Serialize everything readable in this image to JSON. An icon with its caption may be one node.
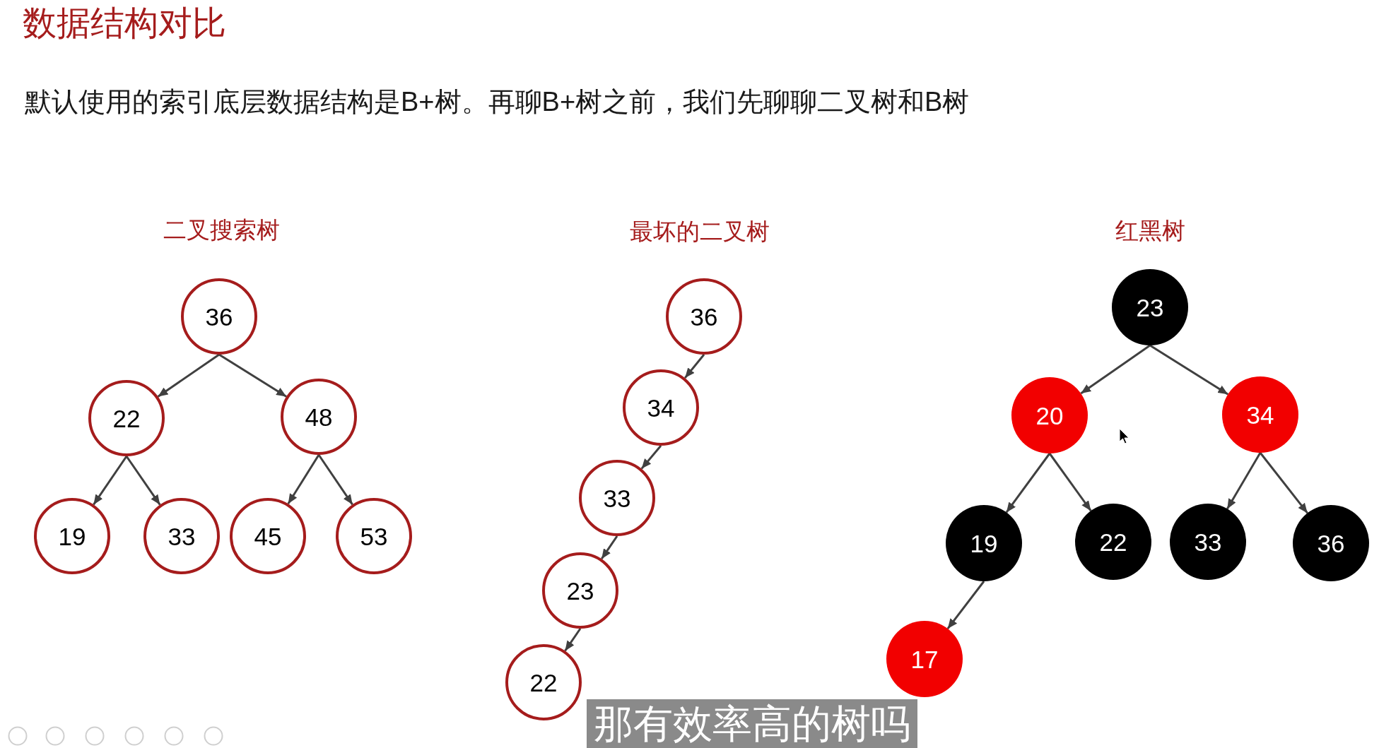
{
  "diagram": {
    "title": "数据结构对比",
    "nodes": [
      {
        "text": [
          "36"
        ]
      },
      {
        "text": [
          "22"
        ]
      },
      {
        "text": [
          "48"
        ]
      },
      {
        "text": [
          "19"
        ]
      },
      {
        "text": [
          "33"
        ]
      },
      {
        "text": [
          "45"
        ]
      },
      {
        "text": [
          "53"
        ]
      },
      {
        "text": [
          "36"
        ]
      },
      {
        "text": [
          "34"
        ]
      },
      {
        "text": [
          "33"
        ]
      },
      {
        "text": [
          "23"
        ]
      },
      {
        "text": [
          "22"
        ]
      },
      {
        "text": [
          "23"
        ]
      },
      {
        "text": [
          "20"
        ]
      },
      {
        "text": [
          "34"
        ]
      },
      {
        "text": [
          "19"
        ]
      },
      {
        "text": [
          "22"
        ]
      },
      {
        "text": [
          "33"
        ]
      },
      {
        "text": [
          "36"
        ]
      },
      {
        "text": [
          "17"
        ]
      }
    ],
    "edges": [
      {
        "from": 0,
        "to": 1,
        "arrow": "to"
      },
      {
        "from": 0,
        "to": 2,
        "arrow": "to"
      },
      {
        "from": 1,
        "to": 3,
        "arrow": "to"
      },
      {
        "from": 1,
        "to": 4,
        "arrow": "to"
      },
      {
        "from": 2,
        "to": 5,
        "arrow": "to"
      },
      {
        "from": 2,
        "to": 6,
        "arrow": "to"
      },
      {
        "from": 7,
        "to": 8,
        "arrow": "to"
      },
      {
        "from": 8,
        "to": 9,
        "arrow": "to"
      },
      {
        "from": 9,
        "to": 10,
        "arrow": "to"
      },
      {
        "from": 10,
        "to": 11,
        "arrow": "to"
      },
      {
        "from": 12,
        "to": 13,
        "arrow": "to"
      },
      {
        "from": 12,
        "to": 14,
        "arrow": "to"
      },
      {
        "from": 13,
        "to": 15,
        "arrow": "to"
      },
      {
        "from": 13,
        "to": 16,
        "arrow": "to"
      },
      {
        "from": 14,
        "to": 17,
        "arrow": "to"
      },
      {
        "from": 14,
        "to": 18,
        "arrow": "to"
      },
      {
        "from": 15,
        "to": 19,
        "arrow": "to"
      }
    ],
    "labels": [
      "默认使用的索引底层数据结构是B+树。再聊B+树之前，我们先聊聊二叉树和B树",
      "二叉搜索树",
      "最坏的二叉树",
      "红黑树",
      "那有效率高的树吗"
    ]
  }
}
